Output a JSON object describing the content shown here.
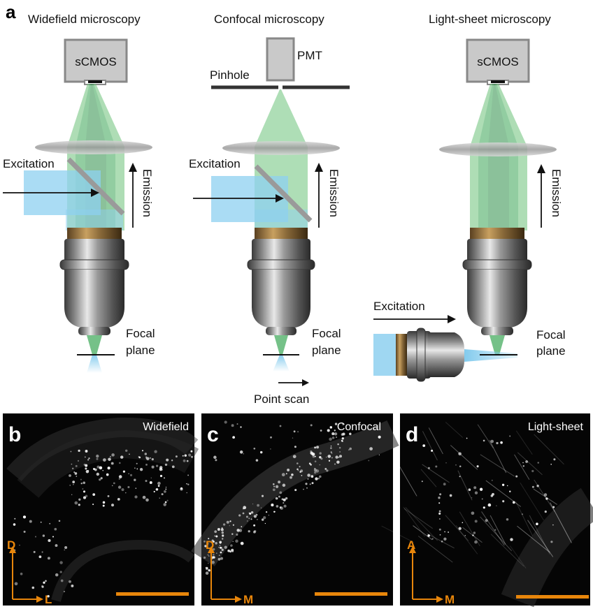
{
  "figure": {
    "panel_a": {
      "letter": "a",
      "columns": [
        {
          "title": "Widefield microscopy",
          "detector": "sCMOS",
          "excitation": "Excitation",
          "emission": "Emission",
          "focal_plane": [
            "Focal",
            "plane"
          ]
        },
        {
          "title": "Confocal microscopy",
          "detector": "PMT",
          "pinhole": "Pinhole",
          "excitation": "Excitation",
          "emission": "Emission",
          "focal_plane": [
            "Focal",
            "plane"
          ],
          "scan": "Point scan"
        },
        {
          "title": "Light-sheet microscopy",
          "detector": "sCMOS",
          "excitation": "Excitation",
          "emission": "Emission",
          "focal_plane": [
            "Focal",
            "plane"
          ]
        }
      ]
    },
    "image_panels": [
      {
        "letter": "b",
        "label": "Widefield",
        "axis_vertical": "D",
        "axis_horizontal": "L"
      },
      {
        "letter": "c",
        "label": "Confocal",
        "axis_vertical": "D",
        "axis_horizontal": "M"
      },
      {
        "letter": "d",
        "label": "Light-sheet",
        "axis_vertical": "A",
        "axis_horizontal": "M"
      }
    ],
    "colors": {
      "emission_green": "#3aa655",
      "excitation_blue": "#7cc8ec",
      "scale_bar_orange": "#E8860B",
      "detector_gray": "#c9c9c9"
    }
  }
}
